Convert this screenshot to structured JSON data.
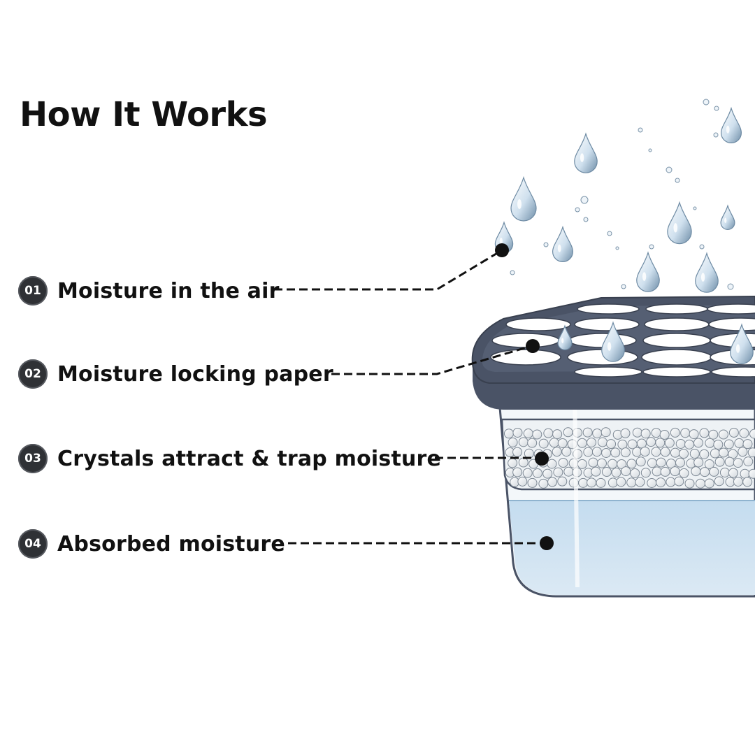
{
  "title": "How It Works",
  "steps": [
    {
      "number": "01",
      "label": "Moisture in the air"
    },
    {
      "number": "02",
      "label": "Moisture locking paper"
    },
    {
      "number": "03",
      "label": "Crystals attract & trap moisture"
    },
    {
      "number": "04",
      "label": "Absorbed moisture"
    }
  ],
  "colors": {
    "badge": "#2f3135",
    "lid": "#4a5366",
    "water": "#c9dfef",
    "crystal": "#ffffff",
    "drop": "#cfe0ee"
  }
}
